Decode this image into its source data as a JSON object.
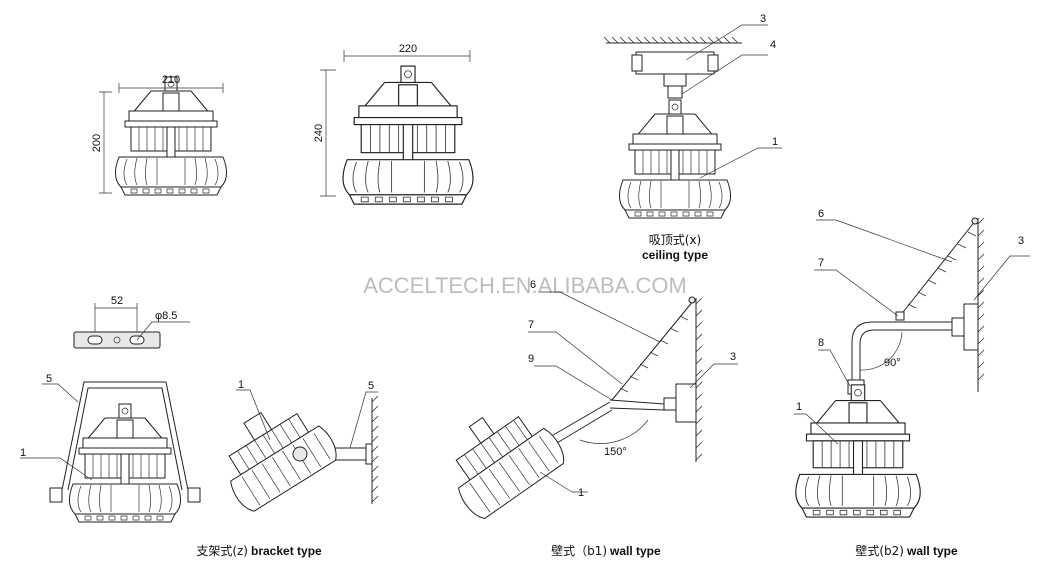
{
  "watermark": "ACCELTECH.EN.ALIBABA.COM",
  "dimensions": {
    "front_width": "210",
    "front_height": "200",
    "side_width": "220",
    "side_height": "240",
    "bracket_hole_spacing": "52",
    "bracket_hole_diameter": "φ8.5",
    "wall_b1_angle": "150°",
    "wall_b2_angle": "90°"
  },
  "callouts": {
    "ceiling": [
      "3",
      "4",
      "1"
    ],
    "bracket": [
      "5",
      "1"
    ],
    "bracket_side": [
      "1",
      "5"
    ],
    "wall_b1": [
      "6",
      "7",
      "9",
      "3",
      "1"
    ],
    "wall_b2": [
      "6",
      "7",
      "3",
      "8",
      "1"
    ]
  },
  "captions": {
    "ceiling_cn": "吸顶式(x)",
    "ceiling_en": "ceiling type",
    "bracket_cn": "支架式(z)",
    "bracket_en": "bracket type",
    "wall_b1_cn": "壁式（b1)",
    "wall_b1_en": "wall type",
    "wall_b2_cn": "壁式(b2)",
    "wall_b2_en": "wall type"
  }
}
